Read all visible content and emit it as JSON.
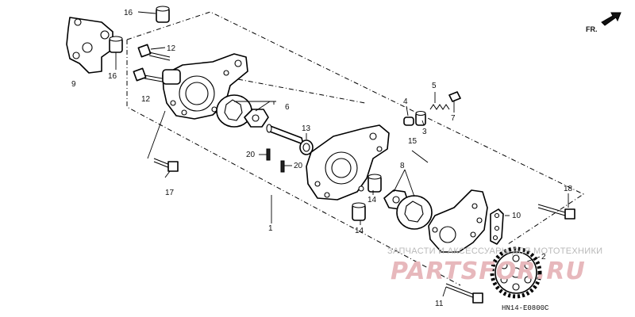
{
  "direction_label": "FR.",
  "diagram_code": "HN14-E0800C",
  "callouts": {
    "c1": "1",
    "c2": "2",
    "c3": "3",
    "c4": "4",
    "c5": "5",
    "c6": "6",
    "c7": "7",
    "c8": "8",
    "c9": "9",
    "c10": "10",
    "c11": "11",
    "c12a": "12",
    "c12b": "12",
    "c13": "13",
    "c14a": "14",
    "c14b": "14",
    "c15": "15",
    "c16a": "16",
    "c16b": "16",
    "c17": "17",
    "c18": "18",
    "c20a": "20",
    "c20b": "20"
  },
  "watermark": {
    "line1": "ЗАПЧАСТИ И АКСЕССУАРЫ ДЛЯ МОТОТЕХНИКИ",
    "line2": "PARTSFOR.RU"
  }
}
